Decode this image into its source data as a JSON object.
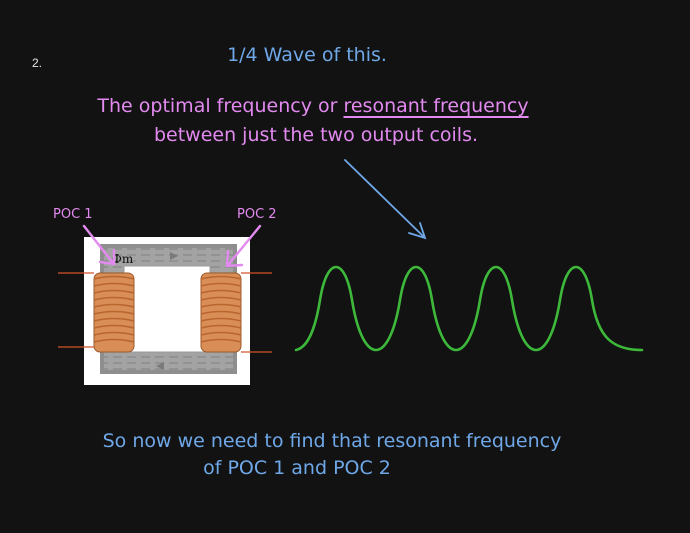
{
  "slide_number": "2.",
  "heading": "1/4 Wave of this.",
  "line1_prefix": "The optimal frequency or ",
  "line1_underlined": "resonant frequency",
  "line2": "between just the two output coils.",
  "label_left": "POC 1",
  "label_right": "POC 2",
  "flux_symbol": "Φm",
  "footer_line1": "So now we need to find that resonant frequency",
  "footer_line2": "of POC 1 and POC 2",
  "colors": {
    "background": "#121212",
    "handwriting_blue": "#6fa8e8",
    "handwriting_pink": "#e38af0",
    "wave_green": "#3db83a",
    "coil_copper": "#d4854a"
  }
}
